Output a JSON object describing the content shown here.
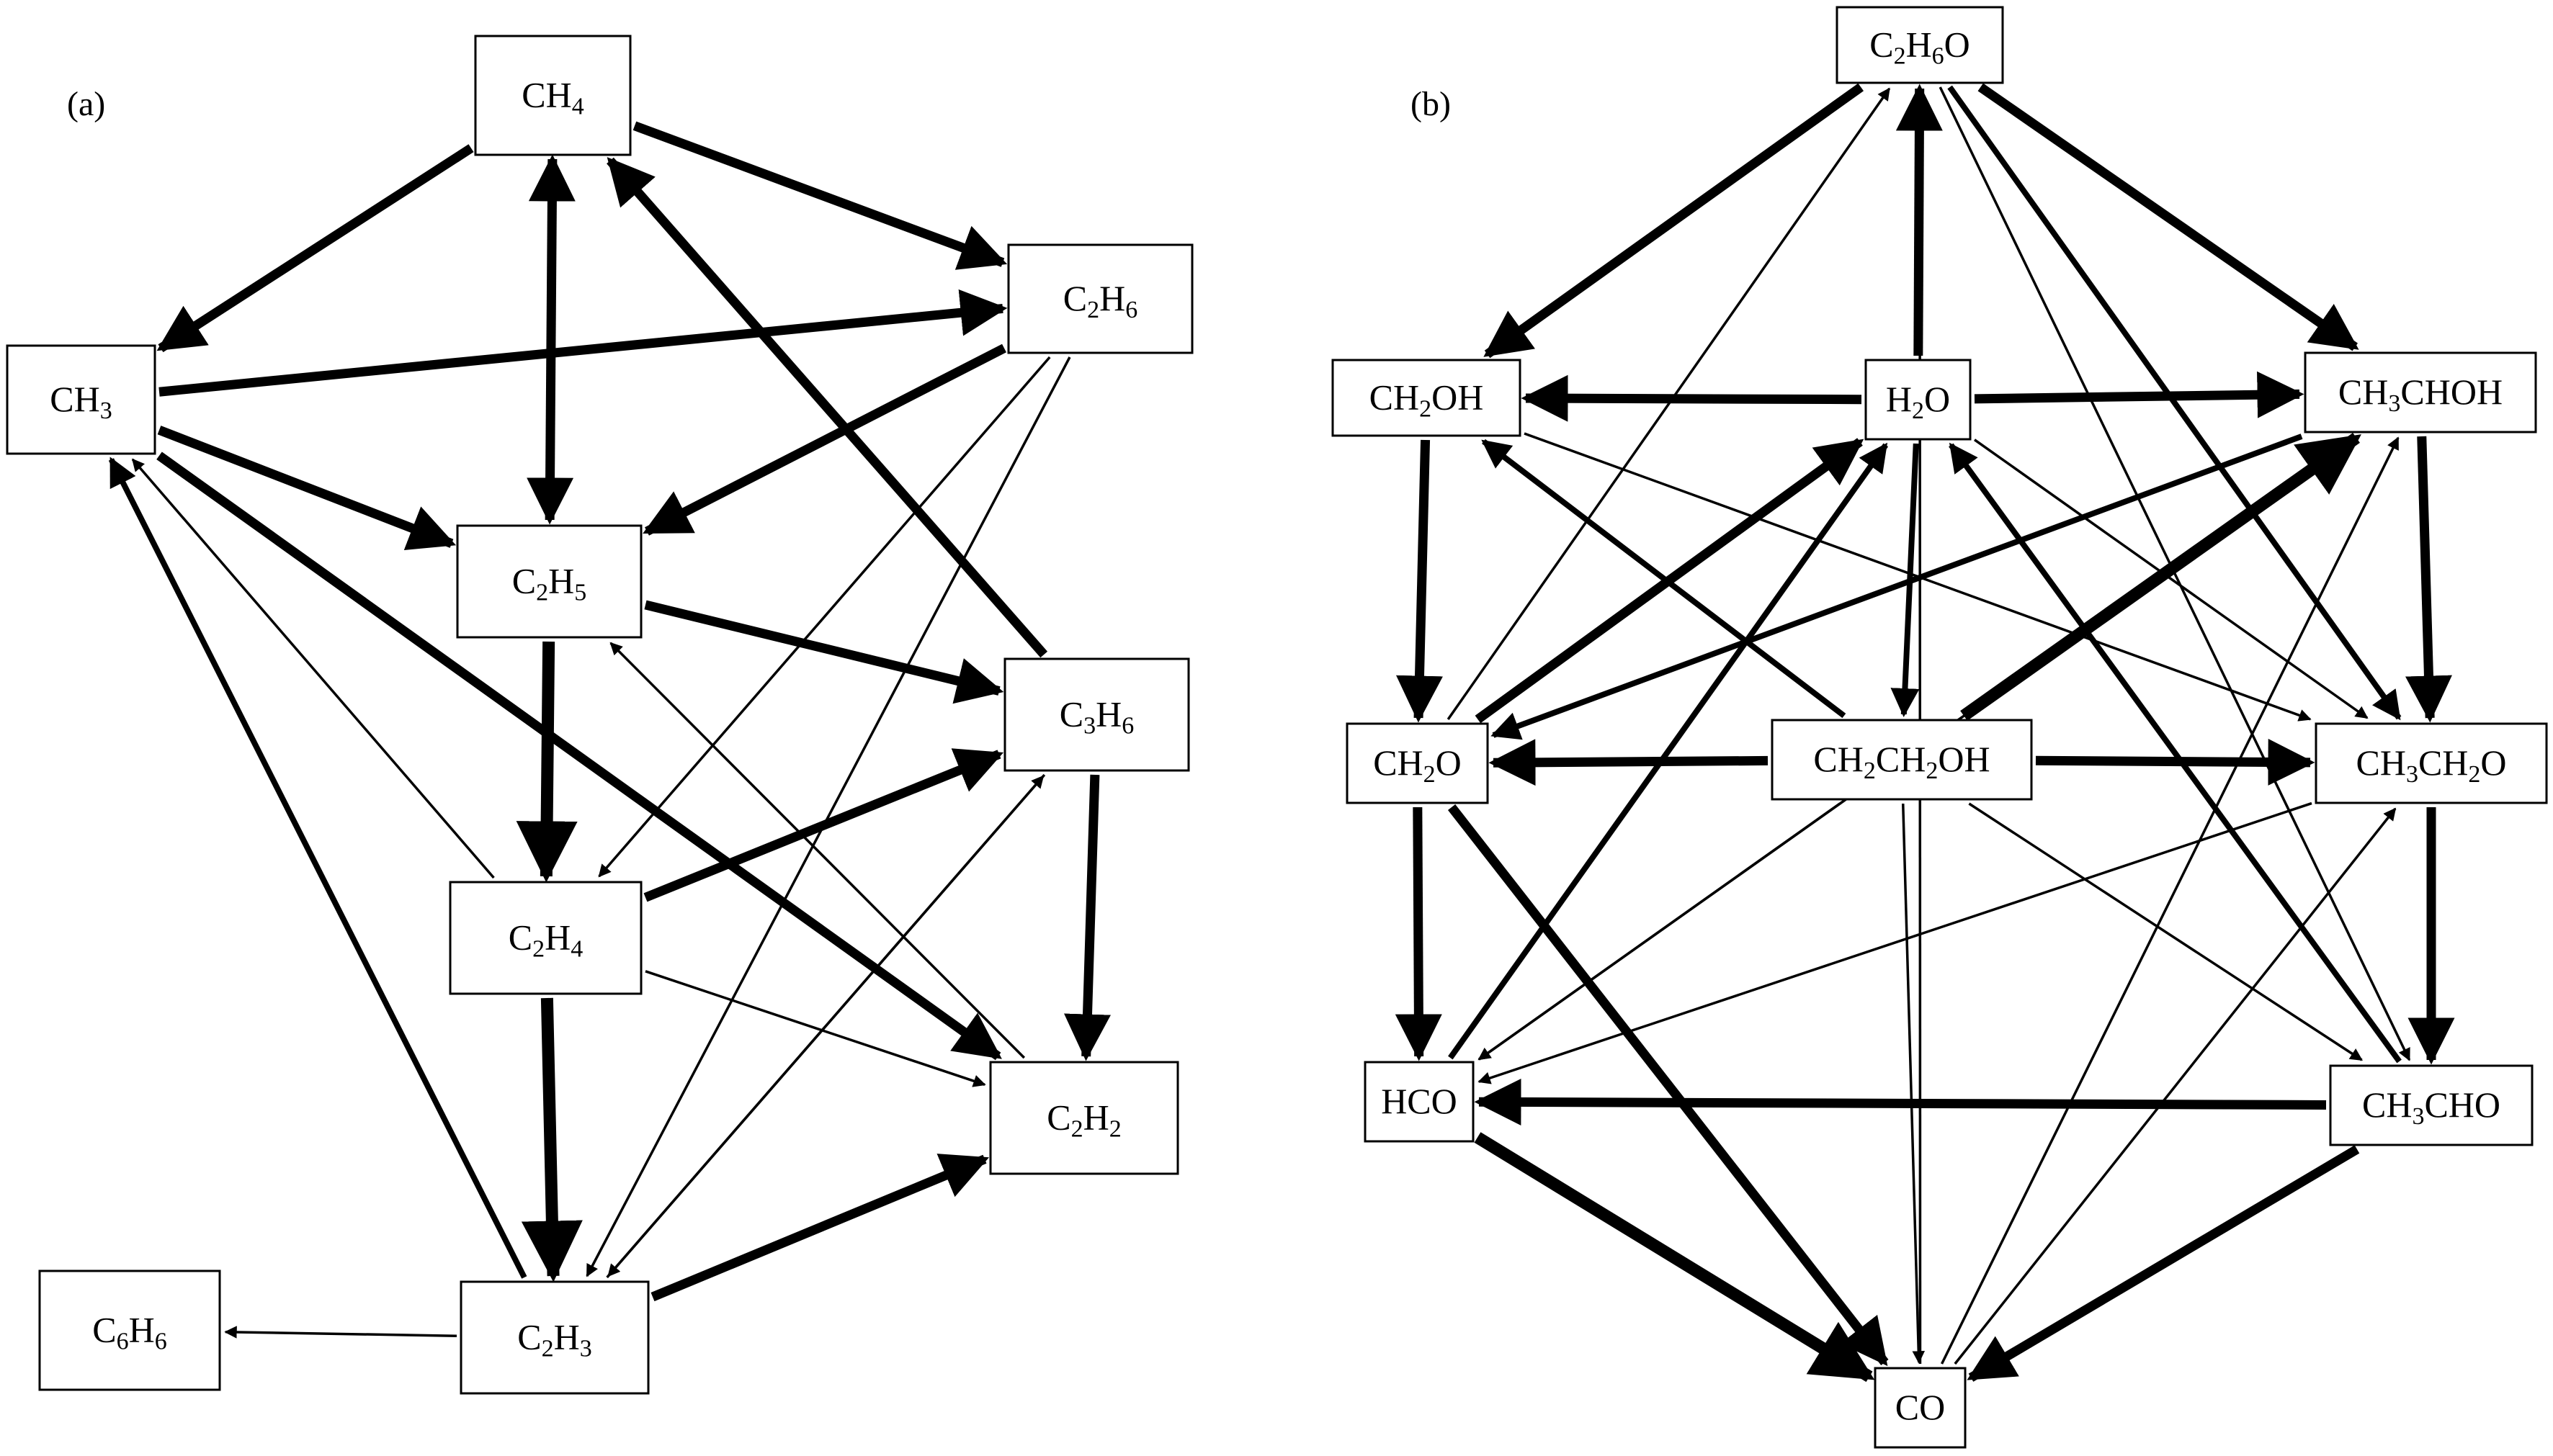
{
  "colors": {
    "ink": "#000000",
    "background": "#ffffff"
  },
  "panels": [
    {
      "label": "(a)",
      "nodes": [
        {
          "id": "CH4",
          "label": [
            [
              "CH",
              ""
            ],
            [
              "4",
              "sub"
            ]
          ]
        },
        {
          "id": "CH3",
          "label": [
            [
              "CH",
              ""
            ],
            [
              "3",
              "sub"
            ]
          ]
        },
        {
          "id": "C2H6",
          "label": [
            [
              "C",
              ""
            ],
            [
              "2",
              "sub"
            ],
            [
              "H",
              ""
            ],
            [
              "6",
              "sub"
            ]
          ]
        },
        {
          "id": "C2H5",
          "label": [
            [
              "C",
              ""
            ],
            [
              "2",
              "sub"
            ],
            [
              "H",
              ""
            ],
            [
              "5",
              "sub"
            ]
          ]
        },
        {
          "id": "C3H6",
          "label": [
            [
              "C",
              ""
            ],
            [
              "3",
              "sub"
            ],
            [
              "H",
              ""
            ],
            [
              "6",
              "sub"
            ]
          ]
        },
        {
          "id": "C2H4",
          "label": [
            [
              "C",
              ""
            ],
            [
              "2",
              "sub"
            ],
            [
              "H",
              ""
            ],
            [
              "4",
              "sub"
            ]
          ]
        },
        {
          "id": "C2H2",
          "label": [
            [
              "C",
              ""
            ],
            [
              "2",
              "sub"
            ],
            [
              "H",
              ""
            ],
            [
              "2",
              "sub"
            ]
          ]
        },
        {
          "id": "C6H6",
          "label": [
            [
              "C",
              ""
            ],
            [
              "6",
              "sub"
            ],
            [
              "H",
              ""
            ],
            [
              "6",
              "sub"
            ]
          ]
        },
        {
          "id": "C2H3",
          "label": [
            [
              "C",
              ""
            ],
            [
              "2",
              "sub"
            ],
            [
              "H",
              ""
            ],
            [
              "3",
              "sub"
            ]
          ]
        }
      ],
      "edges": [
        {
          "from": "CH4",
          "to": "CH3",
          "weight": 3
        },
        {
          "from": "CH4",
          "to": "C2H6",
          "weight": 3
        },
        {
          "from": "CH4",
          "to": "C2H5",
          "weight": 3,
          "both": true
        },
        {
          "from": "C3H6",
          "to": "CH4",
          "weight": 3
        },
        {
          "from": "CH3",
          "to": "C2H6",
          "weight": 3
        },
        {
          "from": "CH3",
          "to": "C2H5",
          "weight": 3
        },
        {
          "from": "CH3",
          "to": "C2H2",
          "weight": 3
        },
        {
          "from": "C2H4",
          "to": "CH3",
          "weight": 1
        },
        {
          "from": "C2H3",
          "to": "CH3",
          "weight": 2
        },
        {
          "from": "C2H6",
          "to": "C2H5",
          "weight": 3
        },
        {
          "from": "C2H6",
          "to": "C2H4",
          "weight": 1
        },
        {
          "from": "C2H6",
          "to": "C2H3",
          "weight": 1
        },
        {
          "from": "C2H5",
          "to": "C3H6",
          "weight": 3
        },
        {
          "from": "C2H5",
          "to": "C2H4",
          "weight": 4
        },
        {
          "from": "C2H2",
          "to": "C2H5",
          "weight": 1
        },
        {
          "from": "C2H4",
          "to": "C3H6",
          "weight": 3
        },
        {
          "from": "C2H4",
          "to": "C2H2",
          "weight": 1
        },
        {
          "from": "C2H4",
          "to": "C2H3",
          "weight": 4
        },
        {
          "from": "C3H6",
          "to": "C2H2",
          "weight": 3
        },
        {
          "from": "C3H6",
          "to": "C2H3",
          "weight": 1
        },
        {
          "from": "C2H3",
          "to": "C3H6",
          "weight": 1
        },
        {
          "from": "C2H3",
          "to": "C2H2",
          "weight": 3
        },
        {
          "from": "C2H3",
          "to": "C6H6",
          "weight": 1
        }
      ]
    },
    {
      "label": "(b)",
      "nodes": [
        {
          "id": "C2H6O",
          "label": [
            [
              "C",
              ""
            ],
            [
              "2",
              "sub"
            ],
            [
              "H",
              ""
            ],
            [
              "6",
              "sub"
            ],
            [
              "O",
              ""
            ]
          ]
        },
        {
          "id": "CH2OH",
          "label": [
            [
              "CH",
              ""
            ],
            [
              "2",
              "sub"
            ],
            [
              "OH",
              ""
            ]
          ]
        },
        {
          "id": "H2O",
          "label": [
            [
              "H",
              ""
            ],
            [
              "2",
              "sub"
            ],
            [
              "O",
              ""
            ]
          ]
        },
        {
          "id": "CH3CHOH",
          "label": [
            [
              "CH",
              ""
            ],
            [
              "3",
              "sub"
            ],
            [
              "CHOH",
              ""
            ]
          ]
        },
        {
          "id": "CH2O",
          "label": [
            [
              "CH",
              ""
            ],
            [
              "2",
              "sub"
            ],
            [
              "O",
              ""
            ]
          ]
        },
        {
          "id": "CH2CH2OH",
          "label": [
            [
              "CH",
              ""
            ],
            [
              "2",
              "sub"
            ],
            [
              "CH",
              ""
            ],
            [
              "2",
              "sub"
            ],
            [
              "OH",
              ""
            ]
          ]
        },
        {
          "id": "CH3CH2O",
          "label": [
            [
              "CH",
              ""
            ],
            [
              "3",
              "sub"
            ],
            [
              "CH",
              ""
            ],
            [
              "2",
              "sub"
            ],
            [
              "O",
              ""
            ]
          ]
        },
        {
          "id": "HCO",
          "label": [
            [
              "HCO",
              ""
            ]
          ]
        },
        {
          "id": "CH3CHO",
          "label": [
            [
              "CH",
              ""
            ],
            [
              "3",
              "sub"
            ],
            [
              "CHO",
              ""
            ]
          ]
        },
        {
          "id": "CO",
          "label": [
            [
              "CO",
              ""
            ]
          ]
        }
      ],
      "edges": [
        {
          "from": "C2H6O",
          "to": "CH2OH",
          "weight": 3
        },
        {
          "from": "C2H6O",
          "to": "CH3CHOH",
          "weight": 3
        },
        {
          "from": "H2O",
          "to": "C2H6O",
          "weight": 3
        },
        {
          "from": "C2H6O",
          "to": "CH3CH2O",
          "weight": 2
        },
        {
          "from": "C2H6O",
          "to": "CH3CHO",
          "weight": 1
        },
        {
          "from": "CH2O",
          "to": "C2H6O",
          "weight": 1
        },
        {
          "from": "CO",
          "to": "C2H6O",
          "weight": 1
        },
        {
          "from": "H2O",
          "to": "CH2OH",
          "weight": 3
        },
        {
          "from": "H2O",
          "to": "CH3CHOH",
          "weight": 3
        },
        {
          "from": "H2O",
          "to": "CH2CH2OH",
          "weight": 2
        },
        {
          "from": "H2O",
          "to": "CH3CH2O",
          "weight": 1
        },
        {
          "from": "CH2O",
          "to": "H2O",
          "weight": 3
        },
        {
          "from": "HCO",
          "to": "H2O",
          "weight": 2
        },
        {
          "from": "CH3CHO",
          "to": "H2O",
          "weight": 2
        },
        {
          "from": "CH2OH",
          "to": "CH2O",
          "weight": 3
        },
        {
          "from": "CH2OH",
          "to": "CH3CH2O",
          "weight": 1
        },
        {
          "from": "CH2CH2OH",
          "to": "CH2OH",
          "weight": 2
        },
        {
          "from": "CH3CHOH",
          "to": "CH2O",
          "weight": 2
        },
        {
          "from": "CH2CH2OH",
          "to": "CH3CHOH",
          "weight": 4
        },
        {
          "from": "CH3CHOH",
          "to": "CH3CH2O",
          "weight": 3
        },
        {
          "from": "CH3CHOH",
          "to": "HCO",
          "weight": 1
        },
        {
          "from": "CO",
          "to": "CH3CHOH",
          "weight": 1
        },
        {
          "from": "CH2CH2OH",
          "to": "CH2O",
          "weight": 3
        },
        {
          "from": "CH2CH2OH",
          "to": "CH3CH2O",
          "weight": 3
        },
        {
          "from": "CH2CH2OH",
          "to": "HCO",
          "weight": 1
        },
        {
          "from": "CH2CH2OH",
          "to": "CH3CHO",
          "weight": 1
        },
        {
          "from": "CH2CH2OH",
          "to": "CO",
          "weight": 1
        },
        {
          "from": "CH2O",
          "to": "HCO",
          "weight": 3
        },
        {
          "from": "CH2O",
          "to": "CO",
          "weight": 3
        },
        {
          "from": "CH3CH2O",
          "to": "CH3CHO",
          "weight": 3
        },
        {
          "from": "CH3CH2O",
          "to": "HCO",
          "weight": 1
        },
        {
          "from": "CO",
          "to": "CH3CH2O",
          "weight": 1
        },
        {
          "from": "CH3CHO",
          "to": "HCO",
          "weight": 3
        },
        {
          "from": "CH3CHO",
          "to": "CO",
          "weight": 3
        },
        {
          "from": "HCO",
          "to": "CO",
          "weight": 4
        }
      ]
    }
  ]
}
